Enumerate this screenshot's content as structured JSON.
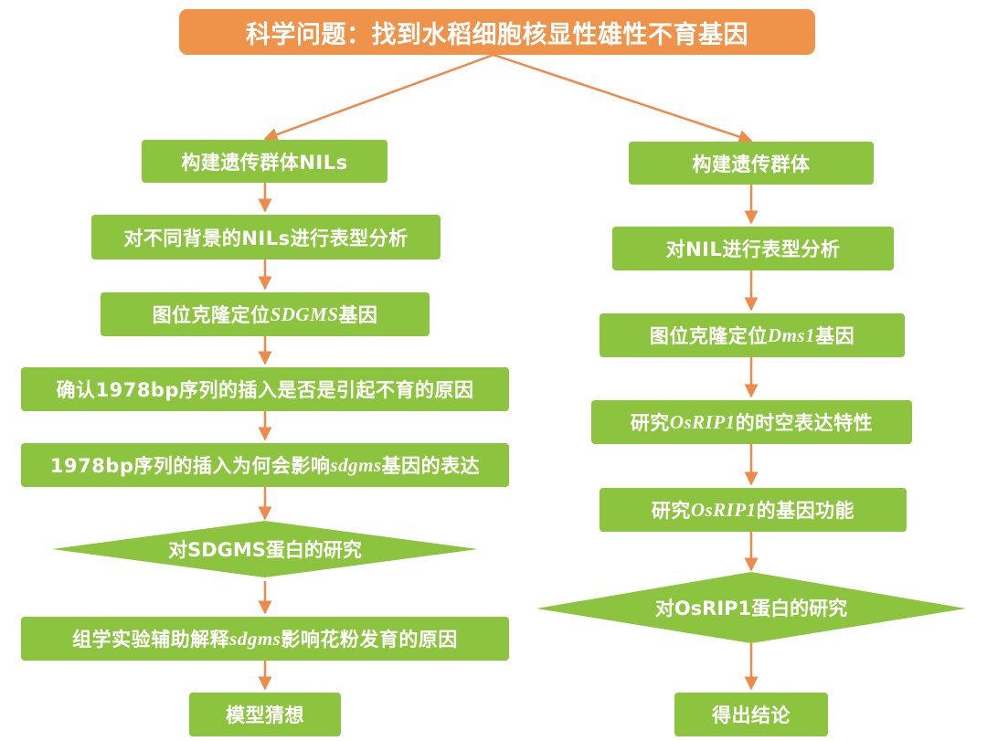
{
  "title": "科学问题：找到水稻细胞核显性雄性不育基因",
  "colors": {
    "title_fill": "#f0934a",
    "step_fill": "#8dc43f",
    "arrow": "#ee8a4a",
    "text": "#ffffff"
  },
  "left_branch": {
    "step1": "构建遗传群体NILs",
    "step2": "对不同背景的NILs进行表型分析",
    "step3": {
      "pre": "图位克隆定位",
      "gene": "SDGMS",
      "post": "基因"
    },
    "step4": "确认1978bp序列的插入是否是引起不育的原因",
    "step5": {
      "pre": "1978bp序列的插入为何会影响",
      "gene": "sdgms",
      "post": "基因的表达"
    },
    "step6": "对SDGMS蛋白的研究",
    "step7": {
      "pre": "组学实验辅助解释",
      "gene": "sdgms",
      "post": "影响花粉发育的原因"
    },
    "step8": "模型猜想"
  },
  "right_branch": {
    "step1": "构建遗传群体",
    "step2": "对NIL进行表型分析",
    "step3": {
      "pre": "图位克隆定位",
      "gene": "Dms1",
      "post": "基因"
    },
    "step4": {
      "pre": "研究",
      "gene": "OsRIP1",
      "post": "的时空表达特性"
    },
    "step5": {
      "pre": "研究",
      "gene": "OsRIP1",
      "post": "的基因功能"
    },
    "step6": "对OsRIP1蛋白的研究",
    "step7": "得出结论"
  }
}
